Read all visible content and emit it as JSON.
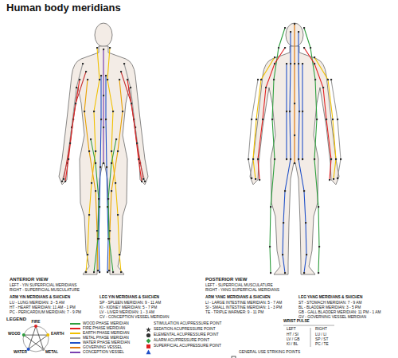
{
  "diagram": {
    "title": "Human body meridians",
    "labels": [
      "ANTERIOR VIEW",
      "LEFT - YIN SUPERFICIAL MERIDIANS",
      "RIGHT - SUPERFICIAL MUSCULATURE",
      "ARM YIN MERIDIANS & SHICHEN",
      "LEG YIN MERIDIANS & SHICHEN",
      "LU - LUNG MERIDIAN: 3 - 5 AM",
      "HT - HEART MERIDIAN: 11 AM - 1 PM",
      "PC - PERICARDIUM MERIDIAN: 7 - 9 PM",
      "SP - SPLEEN MERIDIAN: 9 - 11 AM",
      "KI - KIDNEY MERIDIAN: 5 - 7 PM",
      "LV - LIVER MERIDIAN: 1 - 3 AM",
      "CV - CONCEPTION VESSEL MERIDIAN",
      "POSTERIOR VIEW",
      "LEFT - SUPERFICIAL MUSCULATURE",
      "RIGHT - YANG SUPERFICIAL MERIDIANS",
      "ARM YANG MERIDIANS & SHICHEN",
      "LEG YANG MERIDIANS & SHICHEN",
      "LI - LARGE INTESTINE MERIDIAN: 5 - 7 AM",
      "SI - SMALL INTESTINE MERIDIAN: 1 - 3 PM",
      "TE - TRIPLE WARMER: 9 - 11 PM",
      "ST - STOMACH MERIDIAN: 7 - 9 AM",
      "BL - BLADDER MERIDIAN: 3 - 5 PM",
      "GB - GALL BLADDER MERIDIAN: 11 PM - 1 AM",
      "GV - GOVERNING VESSEL MERIDIAN",
      "LEGEND",
      "FIRE",
      "EARTH",
      "METAL",
      "WATER",
      "WOOD",
      "WRIST PULSE",
      "LEFT",
      "RIGHT",
      "HT / SI",
      "LV / GB",
      "KI / BL",
      "LU / LI",
      "SP / ST",
      "PC / TE"
    ],
    "legend": [
      {
        "text": "WOOD PHASE MERIDIAN",
        "color": "#2e9e3e"
      },
      {
        "text": "FIRE PHASE MERIDIAN",
        "color": "#e02020"
      },
      {
        "text": "EARTH PHASE MERIDIAN",
        "color": "#f0c000"
      },
      {
        "text": "METAL PHASE MERIDIAN",
        "color": "#9a9a9a"
      },
      {
        "text": "WATER PHASE MERIDIAN",
        "color": "#2050c8"
      },
      {
        "text": "GOVERNING VESSEL",
        "color": "#e07a10"
      },
      {
        "text": "CONCEPTION VESSEL",
        "color": "#7a40b0"
      },
      {
        "text": "STIMULATION ACUPRESSURE POINT"
      },
      {
        "text": "SEDATION ACUPRESSURE POINT"
      },
      {
        "text": "ELEMENTAL ACUPRESSURE POINT"
      },
      {
        "text": "ALARM ACUPRESSURE POINT"
      },
      {
        "text": "SUPERFICIAL ACUPRESSURE POINT"
      },
      {
        "text": "GENERAL USE STRIKING POINTS"
      }
    ]
  }
}
